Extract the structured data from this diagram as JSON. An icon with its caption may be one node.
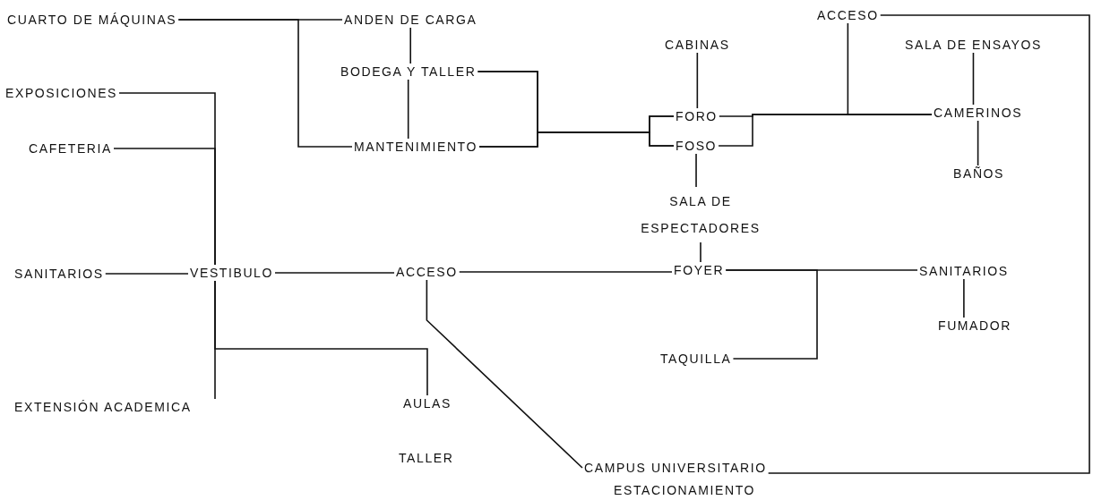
{
  "diagram": {
    "nodes": [
      {
        "text": [
          "CUARTO DE MÁQUINAS"
        ]
      },
      {
        "text": [
          "ANDEN DE CARGA"
        ]
      },
      {
        "text": [
          "BODEGA Y TALLER"
        ]
      },
      {
        "text": [
          "MANTENIMIENTO"
        ]
      },
      {
        "text": [
          "EXPOSICIONES"
        ]
      },
      {
        "text": [
          "CAFETERIA"
        ]
      },
      {
        "text": [
          "CABINAS"
        ]
      },
      {
        "text": [
          "FORO"
        ]
      },
      {
        "text": [
          "FOSO"
        ]
      },
      {
        "text": [
          "ACCESO"
        ]
      },
      {
        "text": [
          "SALA DE ENSAYOS"
        ]
      },
      {
        "text": [
          "CAMERINOS"
        ]
      },
      {
        "text": [
          "BAÑOS"
        ]
      },
      {
        "text": [
          "SALA DE ESPECTADORES"
        ]
      },
      {
        "text": [
          "SANITARIOS"
        ]
      },
      {
        "text": [
          "VESTIBULO"
        ]
      },
      {
        "text": [
          "ACCESO"
        ]
      },
      {
        "text": [
          "FOYER"
        ]
      },
      {
        "text": [
          "SANITARIOS"
        ]
      },
      {
        "text": [
          "FUMADOR"
        ]
      },
      {
        "text": [
          "TAQUILLA"
        ]
      },
      {
        "text": [
          "EXTENSIÓN ACADEMICA"
        ]
      },
      {
        "text": [
          "AULAS"
        ]
      },
      {
        "text": [
          "CAMPUS UNIVERSITARIO"
        ]
      }
    ],
    "edges": [
      {
        "from": 0,
        "to": 1,
        "arrow": "none"
      },
      {
        "from": 0,
        "to": 3,
        "arrow": "none"
      },
      {
        "from": 1,
        "to": 2,
        "arrow": "none"
      },
      {
        "from": 2,
        "to": 3,
        "arrow": "none"
      },
      {
        "from": 2,
        "to": 7,
        "arrow": "none"
      },
      {
        "from": 2,
        "to": 8,
        "arrow": "none"
      },
      {
        "from": 3,
        "to": 7,
        "arrow": "none"
      },
      {
        "from": 3,
        "to": 8,
        "arrow": "none"
      },
      {
        "from": 7,
        "to": 11,
        "arrow": "none"
      },
      {
        "from": 8,
        "to": 11,
        "arrow": "none"
      },
      {
        "from": 9,
        "to": 11,
        "arrow": "none"
      },
      {
        "from": 6,
        "to": 7,
        "arrow": "none"
      },
      {
        "from": 8,
        "to": 13,
        "arrow": "none"
      },
      {
        "from": 10,
        "to": 11,
        "arrow": "none"
      },
      {
        "from": 11,
        "to": 12,
        "arrow": "none"
      },
      {
        "from": 4,
        "to": 15,
        "arrow": "none"
      },
      {
        "from": 5,
        "to": 15,
        "arrow": "none"
      },
      {
        "from": 14,
        "to": 15,
        "arrow": "none"
      },
      {
        "from": 15,
        "to": 16,
        "arrow": "none"
      },
      {
        "from": 15,
        "to": 21,
        "arrow": "none"
      },
      {
        "from": 15,
        "to": 22,
        "arrow": "none"
      },
      {
        "from": 16,
        "to": 17,
        "arrow": "none"
      },
      {
        "from": 13,
        "to": 17,
        "arrow": "none"
      },
      {
        "from": 17,
        "to": 18,
        "arrow": "none"
      },
      {
        "from": 17,
        "to": 20,
        "arrow": "none"
      },
      {
        "from": 18,
        "to": 19,
        "arrow": "none"
      },
      {
        "from": 16,
        "to": 23,
        "arrow": "none"
      },
      {
        "from": 9,
        "to": 23,
        "arrow": "none"
      }
    ],
    "labels": [
      "TALLER",
      "ESTACIONAMIENTO"
    ]
  }
}
